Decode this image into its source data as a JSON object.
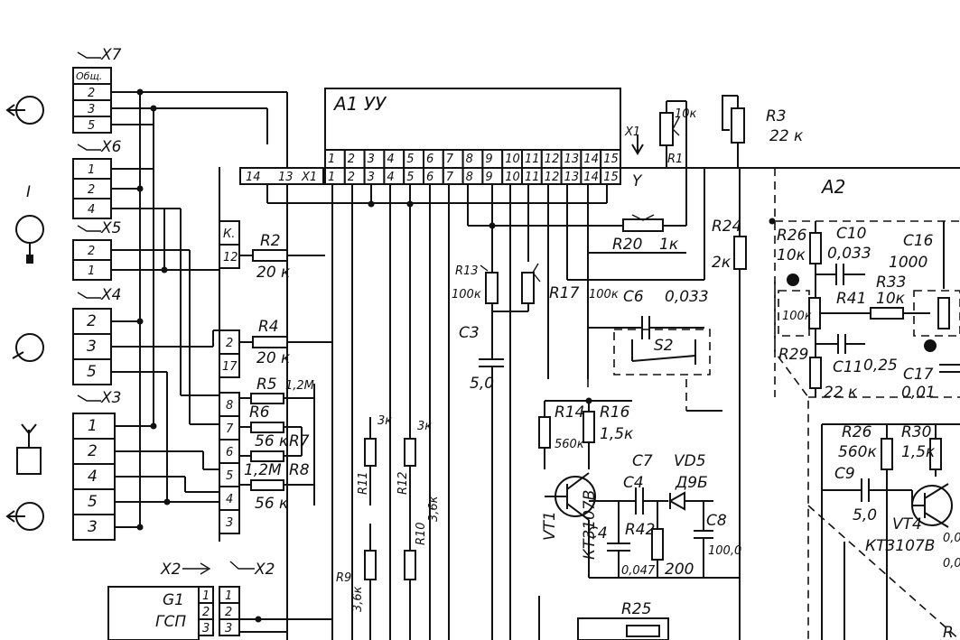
{
  "connectors": {
    "x7": {
      "label": "X7",
      "pins": [
        "Общ.",
        "2",
        "3",
        "5"
      ]
    },
    "x6": {
      "label": "X6",
      "pins": [
        "1",
        "2",
        "4"
      ]
    },
    "x5": {
      "label": "X5",
      "pins": [
        "2",
        "1"
      ]
    },
    "x4": {
      "label": "X4",
      "pins": [
        "2",
        "3",
        "5"
      ]
    },
    "x3": {
      "label": "X3",
      "pins": [
        "1",
        "2",
        "4",
        "5",
        "3"
      ]
    },
    "x2": {
      "label": "X2",
      "label_ref": "X2"
    },
    "x1": {
      "label": "X1",
      "label_ref": "X1",
      "y_mark": "Y"
    },
    "x2_strip": [
      "К.",
      "12",
      "2",
      "17",
      "8",
      "7",
      "6",
      "5",
      "4",
      "3"
    ],
    "x2_bottom": [
      "1",
      "2",
      "3"
    ]
  },
  "side_icon_text": "I",
  "a1": {
    "label": "A1 УУ",
    "header_pins": [
      "14",
      "13"
    ],
    "pins": [
      "1",
      "2",
      "3",
      "4",
      "5",
      "6",
      "7",
      "8",
      "9",
      "10",
      "11",
      "12",
      "13",
      "14",
      "15"
    ]
  },
  "a2": {
    "label": "A2"
  },
  "g1": {
    "label": "G1",
    "sub": "ГСП",
    "pins": [
      "1",
      "2",
      "3"
    ]
  },
  "components": {
    "r1": {
      "ref": "R1",
      "value": "10к"
    },
    "r3": {
      "ref": "R3",
      "value": "22 к"
    },
    "r2": {
      "ref": "R2",
      "value": "20 к"
    },
    "r4": {
      "ref": "R4",
      "value": "20 к"
    },
    "r5": {
      "ref": "R5",
      "value": "1,2М"
    },
    "r6": {
      "ref": "R6"
    },
    "r7": {
      "ref": "R7",
      "value": "56 к"
    },
    "r8": {
      "ref": "R8",
      "value": "1,2М"
    },
    "r8v": {
      "value": "56 к"
    },
    "r9": {
      "ref": "R9",
      "value": "3,6к"
    },
    "r10": {
      "ref": "R10",
      "value": "3,6к"
    },
    "r11": {
      "ref": "R11",
      "value": "3к"
    },
    "r12": {
      "ref": "R12",
      "value": "3к"
    },
    "r13": {
      "ref": "R13",
      "value": "100к"
    },
    "r14": {
      "ref": "R14",
      "value": "560к"
    },
    "r16": {
      "ref": "R16",
      "value": "1,5к"
    },
    "r17": {
      "ref": "R17",
      "value": "100к"
    },
    "r20": {
      "ref": "R20",
      "value": "1к"
    },
    "r24": {
      "ref": "R24",
      "value": "2к"
    },
    "r25": {
      "ref": "R25"
    },
    "r26a": {
      "ref": "R26",
      "value": "10к"
    },
    "r26b": {
      "ref": "R26",
      "value": "560к"
    },
    "r29": {
      "ref": "R29",
      "value": "22 к"
    },
    "r30": {
      "ref": "R30",
      "value": "1,5к"
    },
    "r33": {
      "ref": "R33",
      "value": "10к"
    },
    "r41": {
      "ref": "R41"
    },
    "r42": {
      "ref": "R42",
      "value": "200"
    },
    "c3": {
      "ref": "C3",
      "value": "5,0"
    },
    "c4a": {
      "ref": "C4"
    },
    "c4b": {
      "ref": "C4",
      "value": "0,047"
    },
    "c6": {
      "ref": "C6",
      "value": "0,033"
    },
    "c7": {
      "ref": "C7"
    },
    "c8": {
      "ref": "C8",
      "value": "100,0"
    },
    "c9": {
      "ref": "C9",
      "value": "5,0"
    },
    "c10": {
      "ref": "C10",
      "value": "0,033"
    },
    "c11": {
      "ref": "C11",
      "value": "0,25"
    },
    "c16": {
      "ref": "C16",
      "value": "1000"
    },
    "c17": {
      "ref": "C17",
      "value": "0,01"
    },
    "s2": {
      "ref": "S2"
    },
    "vd5": {
      "ref": "VD5",
      "value": "Д9Б"
    },
    "vt1": {
      "ref": "VT1",
      "value": "КТ3107В"
    },
    "vt4": {
      "ref": "VT4",
      "value": "КТ3107В"
    },
    "r100": {
      "value": "100к"
    },
    "r10v": {
      "value": "10к"
    },
    "c18": {
      "value": "0,0"
    },
    "rpart": {
      "value": "R"
    }
  },
  "colors": {
    "ink": "#111111",
    "paper": "#ffffff"
  }
}
